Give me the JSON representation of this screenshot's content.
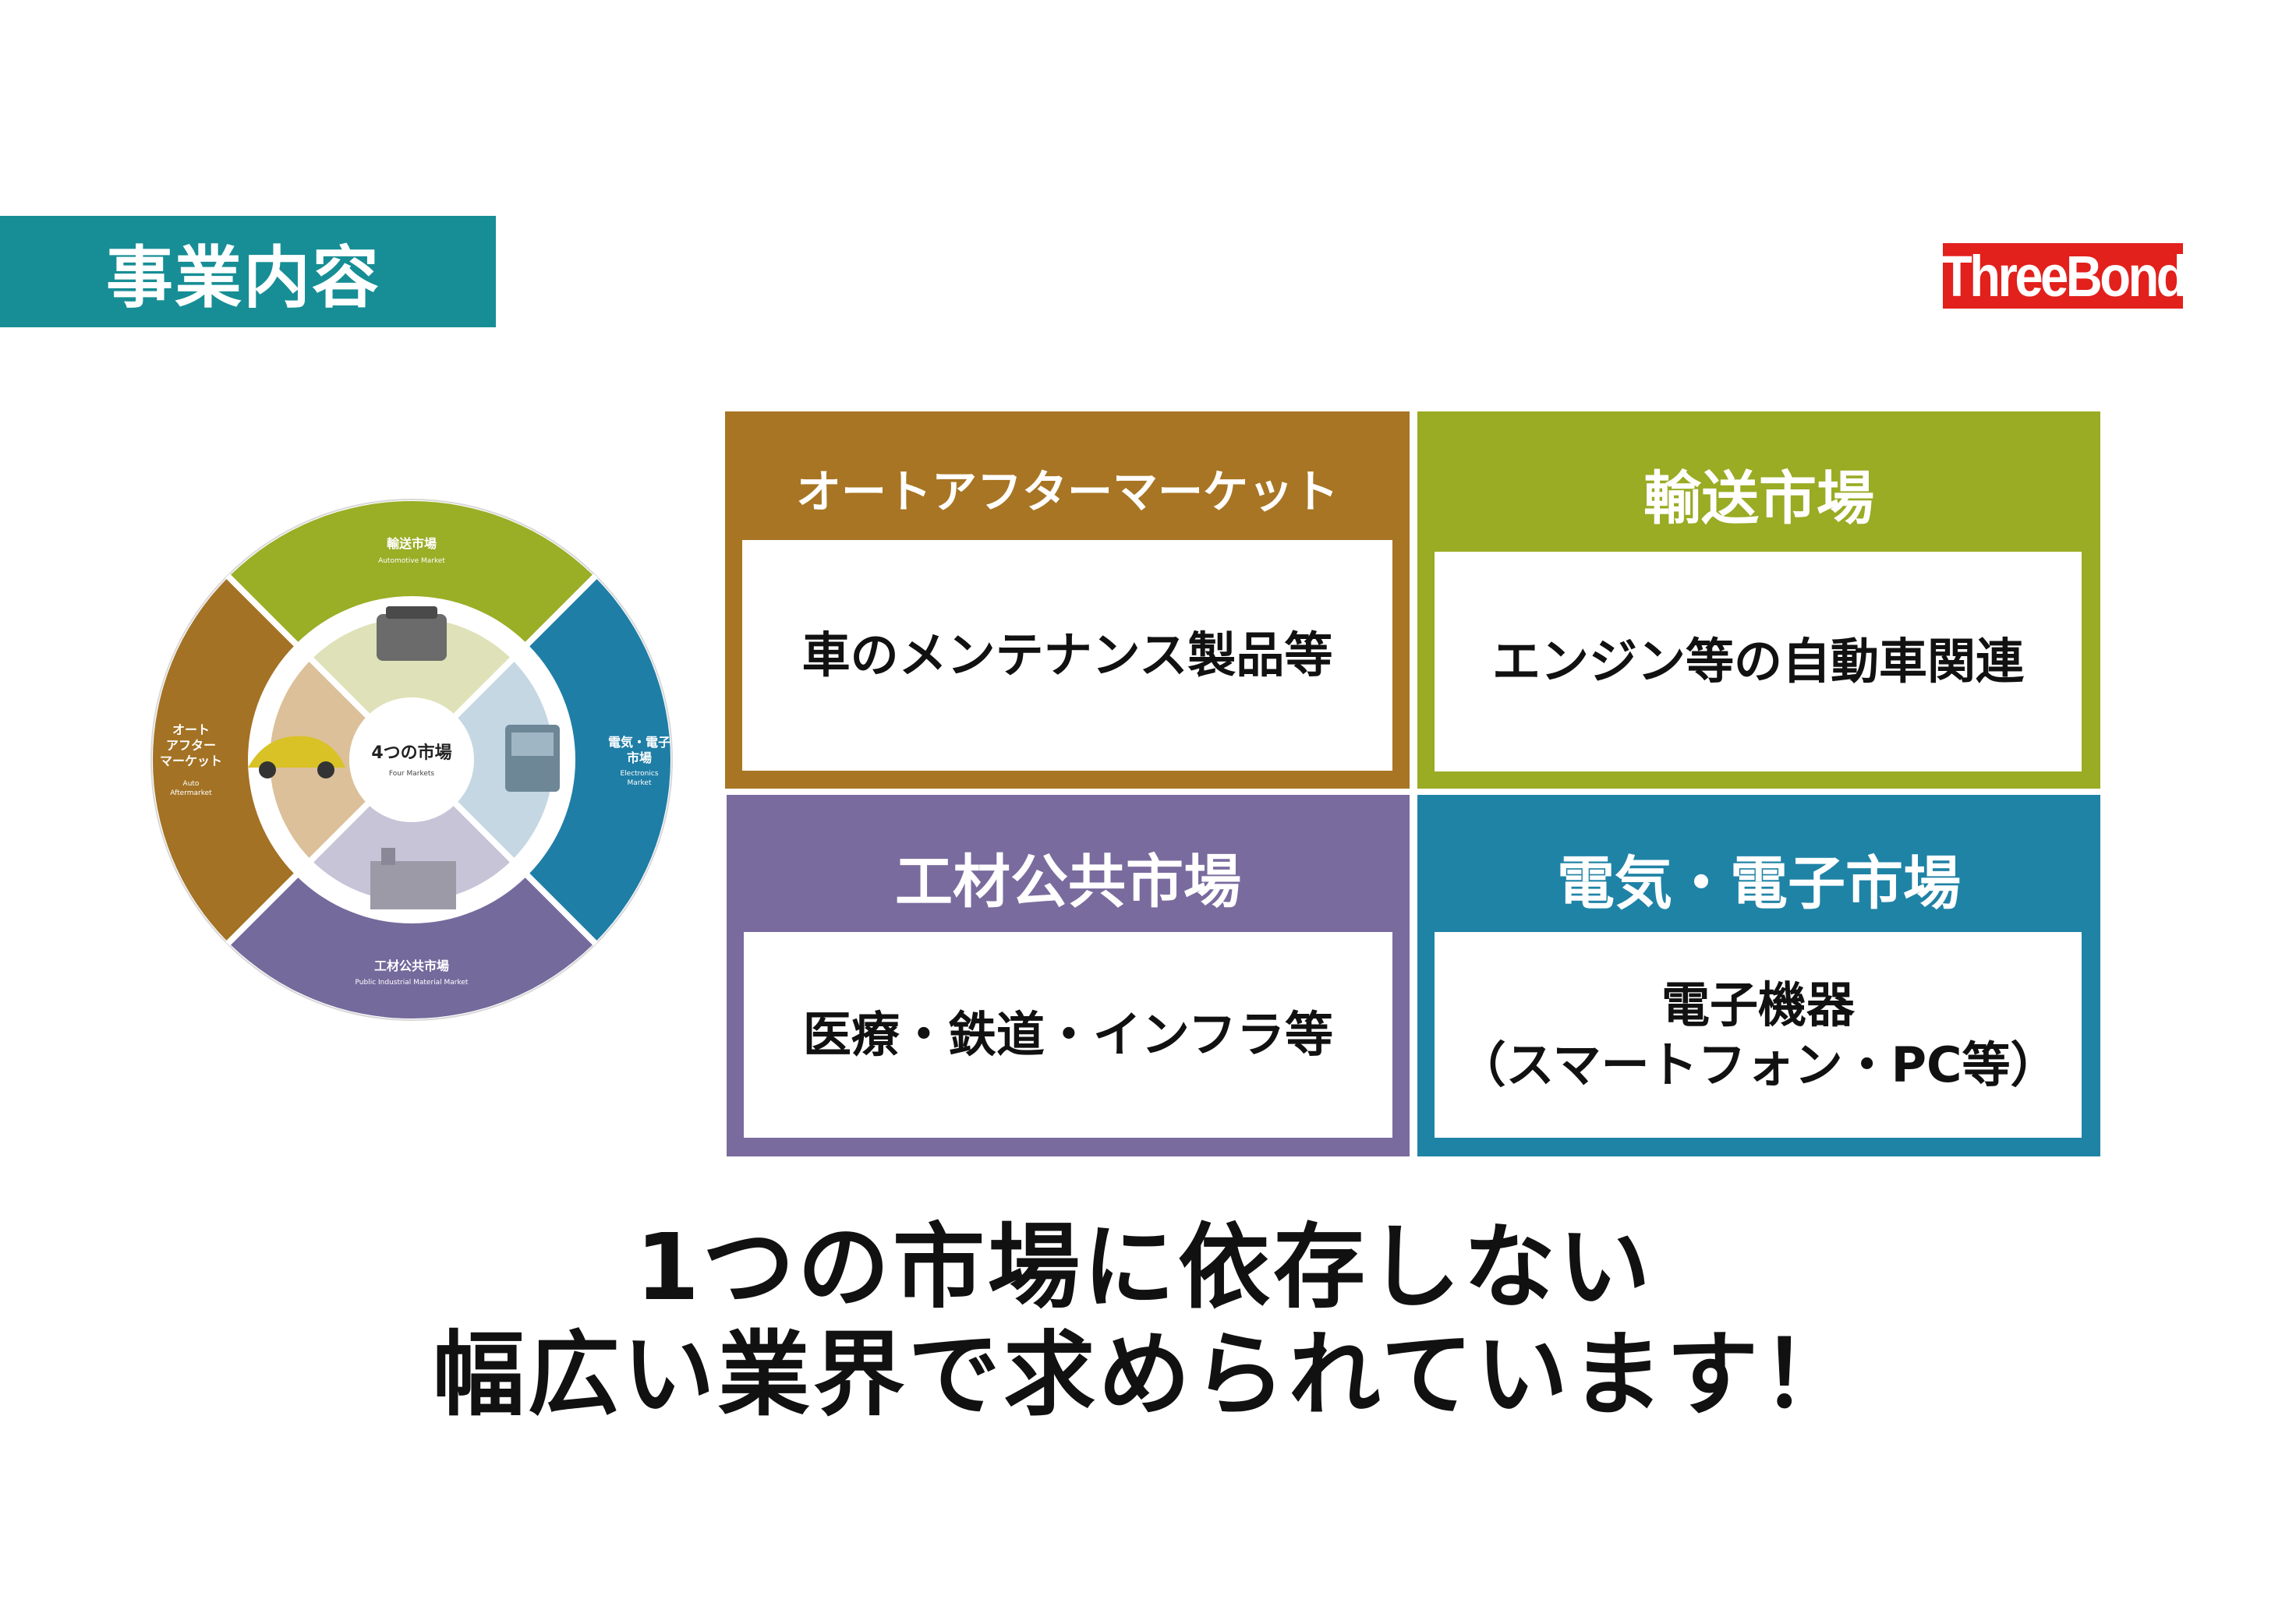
{
  "header": {
    "title": "事業内容",
    "logo_text": "ThreeBond"
  },
  "wheel": {
    "center_title": "4つの市場",
    "center_subtitle": "Four Markets",
    "segments": [
      {
        "label_lines": [
          "輸送市場"
        ],
        "sub_lines": [
          "Automotive Market"
        ],
        "color": "#9aae26"
      },
      {
        "label_lines": [
          "電気・電子",
          "市場"
        ],
        "sub_lines": [
          "Electronics",
          "Market"
        ],
        "color": "#1f7ea6"
      },
      {
        "label_lines": [
          "工材公共市場"
        ],
        "sub_lines": [
          "Public Industrial Material Market"
        ],
        "color": "#756a9c"
      },
      {
        "label_lines": [
          "オート",
          "アフター",
          "マーケット"
        ],
        "sub_lines": [
          "Auto",
          "Aftermarket"
        ],
        "color": "#a37224"
      }
    ],
    "inner_colors": [
      "#dfe2b8",
      "#c5d7e3",
      "#c8c4d8",
      "#dcc09a"
    ],
    "icons": [
      "engine-icon",
      "circuit-board-icon",
      "factory-icon",
      "car-icon"
    ]
  },
  "markets": [
    {
      "title": "オートアフターマーケット",
      "desc": "車のメンテナンス製品等",
      "color": "#a87524"
    },
    {
      "title": "輸送市場",
      "desc": "エンジン等の自動車関連",
      "color": "#9aab24"
    },
    {
      "title": "工材公共市場",
      "desc": "医療・鉄道・インフラ等",
      "color": "#7a6b9e"
    },
    {
      "title": "電気・電子市場",
      "desc": "電子機器\n（スマートフォン・PC等）",
      "color": "#1f83a6"
    }
  ],
  "tagline": {
    "line1": "1つの市場に依存しない",
    "line2": "幅広い業界で求められています！"
  }
}
